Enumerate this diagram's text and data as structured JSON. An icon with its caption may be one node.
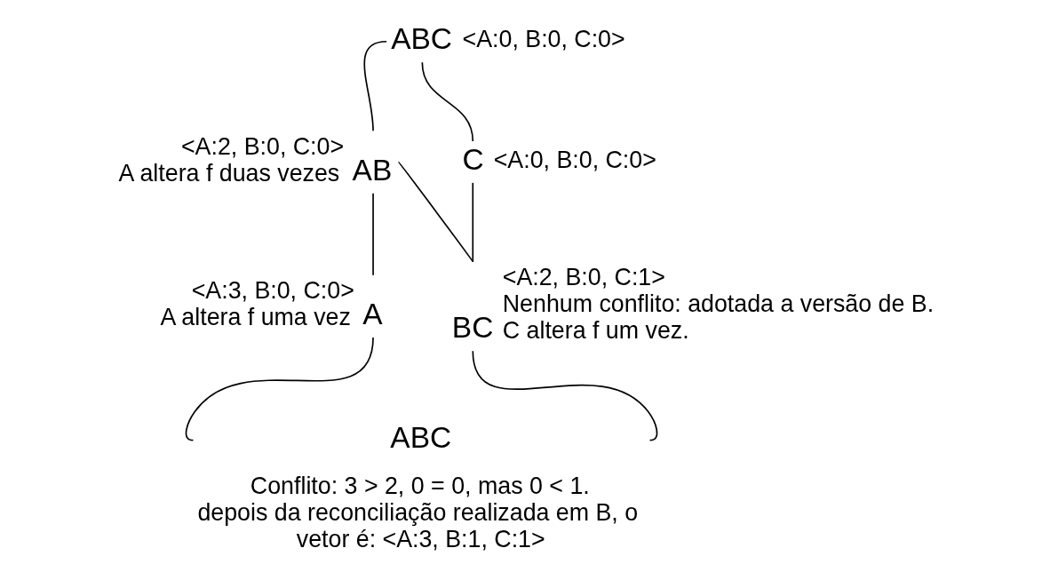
{
  "diagram": {
    "nodes": [
      {
        "text": [
          "ABC"
        ],
        "beside": [
          "<A:0, B:0, C:0>"
        ]
      },
      {
        "text": [
          "AB"
        ],
        "beside": [
          "<A:2, B:0, C:0>",
          "A altera f duas vezes"
        ]
      },
      {
        "text": [
          "C"
        ],
        "beside": [
          "<A:0, B:0, C:0>"
        ]
      },
      {
        "text": [
          "A"
        ],
        "beside": [
          "<A:3, B:0, C:0>",
          "A altera f uma vez"
        ]
      },
      {
        "text": [
          "BC"
        ],
        "beside": [
          "<A:2, B:0, C:1>",
          "Nenhum conflito: adotada a versão de B.",
          "C altera f um vez."
        ]
      },
      {
        "text": [
          "ABC"
        ],
        "beside": [
          "Conflito: 3 > 2, 0 = 0, mas 0 < 1.",
          "depois da reconciliação realizada em B, o vetor é: <A:3, B:1, C:1>"
        ]
      }
    ],
    "edges": [
      {
        "from": 0,
        "to": 1,
        "arrow": "none"
      },
      {
        "from": 0,
        "to": 2,
        "arrow": "none"
      },
      {
        "from": 1,
        "to": 3,
        "arrow": "none"
      },
      {
        "from": 1,
        "to": 4,
        "arrow": "none"
      },
      {
        "from": 2,
        "to": 4,
        "arrow": "none"
      },
      {
        "from": 3,
        "to": 5,
        "arrow": "none"
      },
      {
        "from": 4,
        "to": 5,
        "arrow": "none"
      }
    ]
  }
}
